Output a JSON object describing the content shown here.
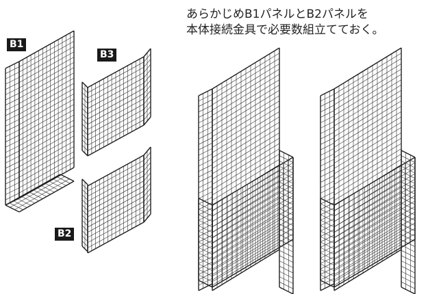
{
  "instruction": {
    "line1": "あらかじめB1パネルとB2パネルを",
    "line2": "本体接続金具で必要数組立てておく。"
  },
  "panel_labels": {
    "b1": "B1",
    "b2": "B2",
    "b3": "B3"
  },
  "colors": {
    "wire": "#2b2b2b",
    "label_background": "#1a1a1a",
    "label_text": "#ffffff"
  }
}
